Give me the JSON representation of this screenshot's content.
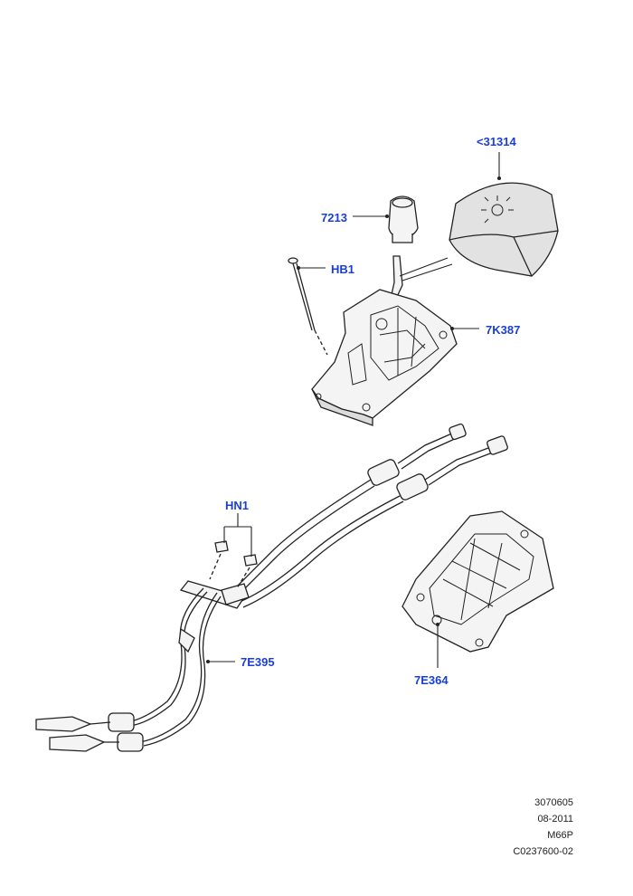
{
  "callouts": {
    "shift_boot": "<31314",
    "gear_knob": "7213",
    "bolt": "HB1",
    "shifter_assembly": "7K387",
    "clips": "HN1",
    "cable_assembly": "7E395",
    "bracket": "7E364"
  },
  "footer": {
    "line1": "3070605",
    "line2": "08-2011",
    "line3": "M66P",
    "line4": "C0237600-02"
  },
  "colors": {
    "callout": "#1a3fd6",
    "line": "#222222",
    "part_fill": "#f4f4f4",
    "boot_fill": "#e2e2e2"
  }
}
